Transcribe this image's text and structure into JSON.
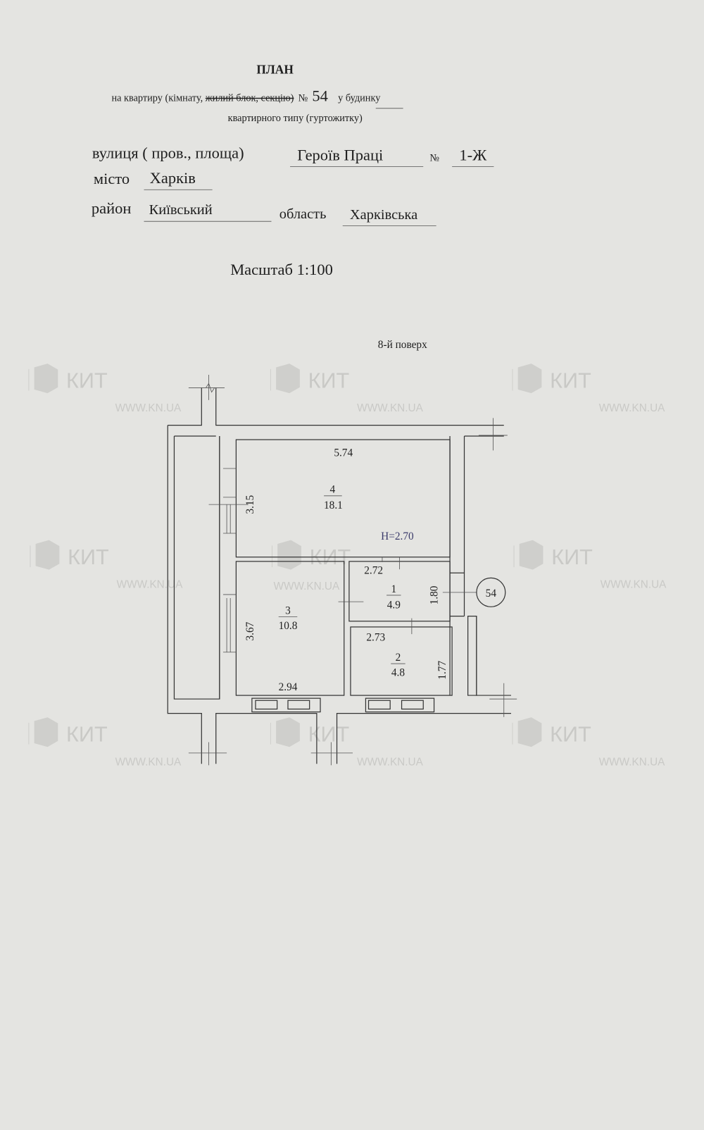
{
  "header": {
    "title": "ПЛАН",
    "line1_prefix": "на квартиру (кімнату, ",
    "line1_struck": "жилий блок, секцію)",
    "line1_no": "№",
    "apartment_number": "54",
    "line1_suffix": "у будинку",
    "line2": "квартирного типу (гуртожитку)"
  },
  "address": {
    "street_label": "вулиця ( пров., площа)",
    "street": "Героїв Праці",
    "number_label": "№",
    "number": "1-Ж",
    "city_label": "місто",
    "city": "Харків",
    "district_label": "район",
    "district": "Київський",
    "region_label": "область",
    "region": "Харківська"
  },
  "scale": "Масштаб 1:100",
  "floor": "8-й поверх",
  "plan": {
    "ceiling_height": "H=2.70",
    "apartment_marker": "54",
    "rooms": [
      {
        "number": "1",
        "area": "4.9"
      },
      {
        "number": "2",
        "area": "4.8"
      },
      {
        "number": "3",
        "area": "10.8"
      },
      {
        "number": "4",
        "area": "18.1"
      }
    ],
    "dimensions": {
      "room4_width": "5.74",
      "room4_depth": "3.15",
      "room1_width": "2.72",
      "room1_depth": "1.80",
      "room2_width": "2.73",
      "room2_depth": "1.77",
      "room3_depth": "3.67",
      "room3_width": "2.94"
    }
  },
  "watermark": {
    "brand": "КИТ",
    "url": "WWW.KN.UA"
  }
}
